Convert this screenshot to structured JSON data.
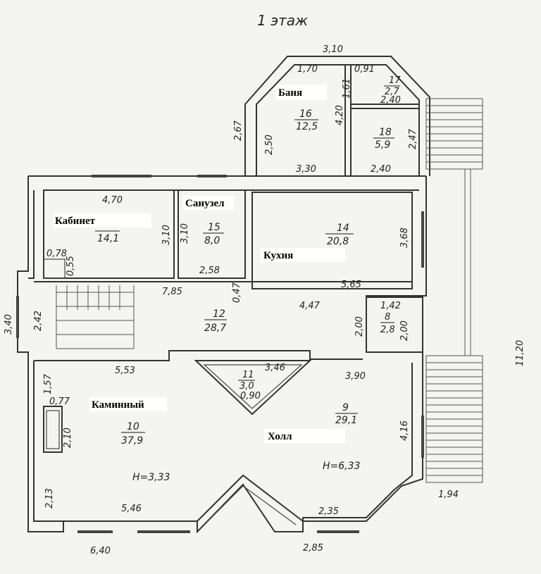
{
  "title": "1 этаж",
  "room_labels": {
    "banya": "Баня",
    "sanuzel": "Санузел",
    "kabinet": "Кабинет",
    "kukhnya": "Кухня",
    "kaminny": "Каминный",
    "kholl": "Холл"
  },
  "rooms": {
    "r16": {
      "num": "16",
      "area": "12,5"
    },
    "r17": {
      "num": "17",
      "area": "2,7"
    },
    "r18": {
      "num": "18",
      "area": "5,9"
    },
    "r13": {
      "num": "",
      "area": "14,1"
    },
    "r15": {
      "num": "15",
      "area": "8,0"
    },
    "r14": {
      "num": "14",
      "area": "20,8"
    },
    "r12": {
      "num": "12",
      "area": "28,7"
    },
    "r8": {
      "num": "8",
      "area": "2,8"
    },
    "r11": {
      "num": "11",
      "area": "3,0"
    },
    "r10": {
      "num": "10",
      "area": "37,9"
    },
    "r9": {
      "num": "9",
      "area": "29,1"
    }
  },
  "heights": {
    "left": "H=3,33",
    "right": "H=6,33"
  },
  "dimensions": {
    "d310": "3,10",
    "d170": "1,70",
    "d091": "0,91",
    "d161": "1,61",
    "d240a": "2,40",
    "d267": "2,67",
    "d250": "2,50",
    "d420": "4,20",
    "d247": "2,47",
    "d330": "3,30",
    "d240b": "2,40",
    "d470": "4,70",
    "d310b": "3,10",
    "d310c": "3,10",
    "d368": "3,68",
    "d078": "0,78",
    "d055": "0,55",
    "d258": "2,58",
    "d785": "7,85",
    "d047": "0,47",
    "d565": "5,65",
    "d447": "4,47",
    "d142": "1,42",
    "d200a": "2,00",
    "d200b": "2,00",
    "d340": "3,40",
    "d242": "2,42",
    "d1120": "11,20",
    "d157": "1,57",
    "d553": "5,53",
    "d346": "3,46",
    "d090": "0,90",
    "d390": "3,90",
    "d077": "0,77",
    "d210": "2,10",
    "d416": "4,16",
    "d213": "2,13",
    "d546": "5,46",
    "d235": "2,35",
    "d194": "1,94",
    "d640": "6,40",
    "d285": "2,85"
  }
}
